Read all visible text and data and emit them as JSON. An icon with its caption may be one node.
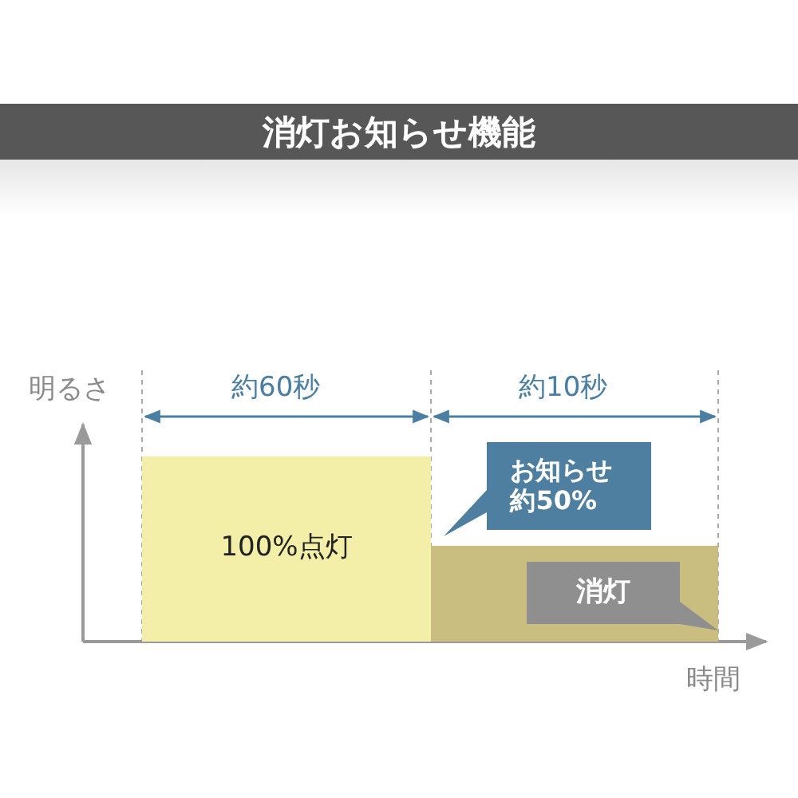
{
  "diagram": {
    "title": "消灯お知らせ機能",
    "nodes": [
      {
        "text": [
          "100%点灯"
        ]
      },
      {
        "text": [],
        "shape": "bar"
      },
      {
        "text": [
          "お知らせ約50%"
        ]
      },
      {
        "text": [
          "消灯"
        ],
        "in": 1
      }
    ],
    "labels": [
      "明るさ",
      "約60秒",
      "約10秒",
      "時間"
    ]
  }
}
